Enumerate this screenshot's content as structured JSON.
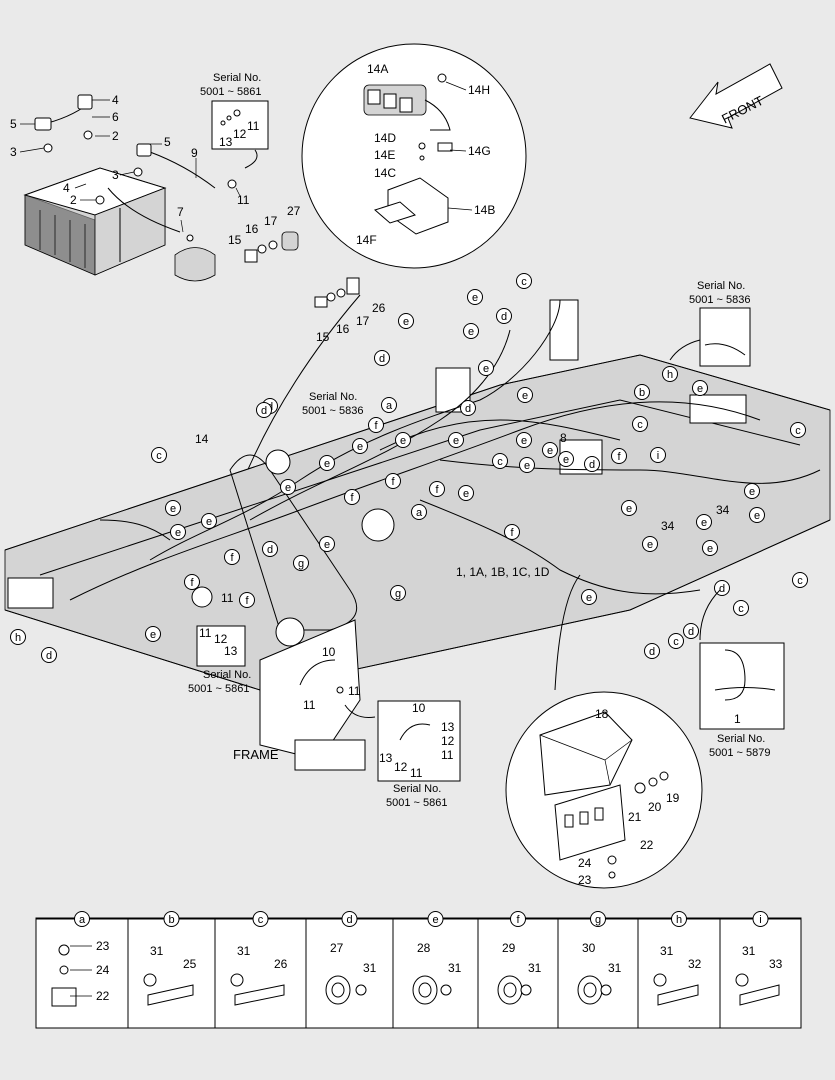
{
  "front_label": "FRONT",
  "frame_label": "FRAME",
  "serial": {
    "topleft": {
      "title": "Serial No.",
      "range": "5001 ~ 5861"
    },
    "midleft": {
      "title": "Serial No.",
      "range": "5001 ~ 5836"
    },
    "right_top": {
      "title": "Serial No.",
      "range": "5001 ~ 5836"
    },
    "right_bottom": {
      "title": "Serial No.",
      "range": "5001 ~ 5879"
    },
    "bottom_left": {
      "title": "Serial No.",
      "range": "5001 ~ 5861"
    },
    "bottom_mid": {
      "title": "Serial No.",
      "range": "5001 ~ 5861"
    }
  },
  "callouts": {
    "c14A": "14A",
    "c14H": "14H",
    "c14D": "14D",
    "c14E": "14E",
    "c14G": "14G",
    "c14C": "14C",
    "c14B": "14B",
    "c14F": "14F",
    "c14": "14",
    "c4a": "4",
    "c6": "6",
    "c5a": "5",
    "c2a": "2",
    "c3a": "3",
    "c5b": "5",
    "c9": "9",
    "c4b": "4",
    "c3b": "3",
    "c2b": "2",
    "c7": "7",
    "c11a": "11",
    "c13a": "13",
    "c12a": "12",
    "c11b": "11",
    "c15a": "15",
    "c16a": "16",
    "c17a": "17",
    "c27": "27",
    "c26": "26",
    "c15b": "15",
    "c16b": "16",
    "c17b": "17",
    "c8": "8",
    "c1": "1, 1A, 1B, 1C, 1D",
    "c34a": "34",
    "c34b": "34",
    "c1b": "1",
    "c10a": "10",
    "c11c": "11",
    "c11d": "11",
    "c11e": "11",
    "c12b": "12",
    "c13b": "13",
    "c11f": "11",
    "c10b": "10",
    "c13c": "13",
    "c12c": "12",
    "c11g": "11",
    "c13d": "13",
    "c12d": "12",
    "c11h": "11",
    "c18": "18",
    "c19": "19",
    "c20": "20",
    "c21": "21",
    "c22": "22",
    "c24": "24",
    "c23": "23"
  },
  "letters": [
    "a",
    "b",
    "c",
    "d",
    "e",
    "f",
    "g",
    "h",
    "i"
  ],
  "legend": [
    {
      "letter": "a",
      "parts": [
        "23",
        "24",
        "22"
      ]
    },
    {
      "letter": "b",
      "parts": [
        "31",
        "25"
      ]
    },
    {
      "letter": "c",
      "parts": [
        "31",
        "26"
      ]
    },
    {
      "letter": "d",
      "parts": [
        "27",
        "31"
      ]
    },
    {
      "letter": "e",
      "parts": [
        "28",
        "31"
      ]
    },
    {
      "letter": "f",
      "parts": [
        "29",
        "31"
      ]
    },
    {
      "letter": "g",
      "parts": [
        "30",
        "31"
      ]
    },
    {
      "letter": "h",
      "parts": [
        "31",
        "32"
      ]
    },
    {
      "letter": "i",
      "parts": [
        "31",
        "33"
      ]
    }
  ]
}
